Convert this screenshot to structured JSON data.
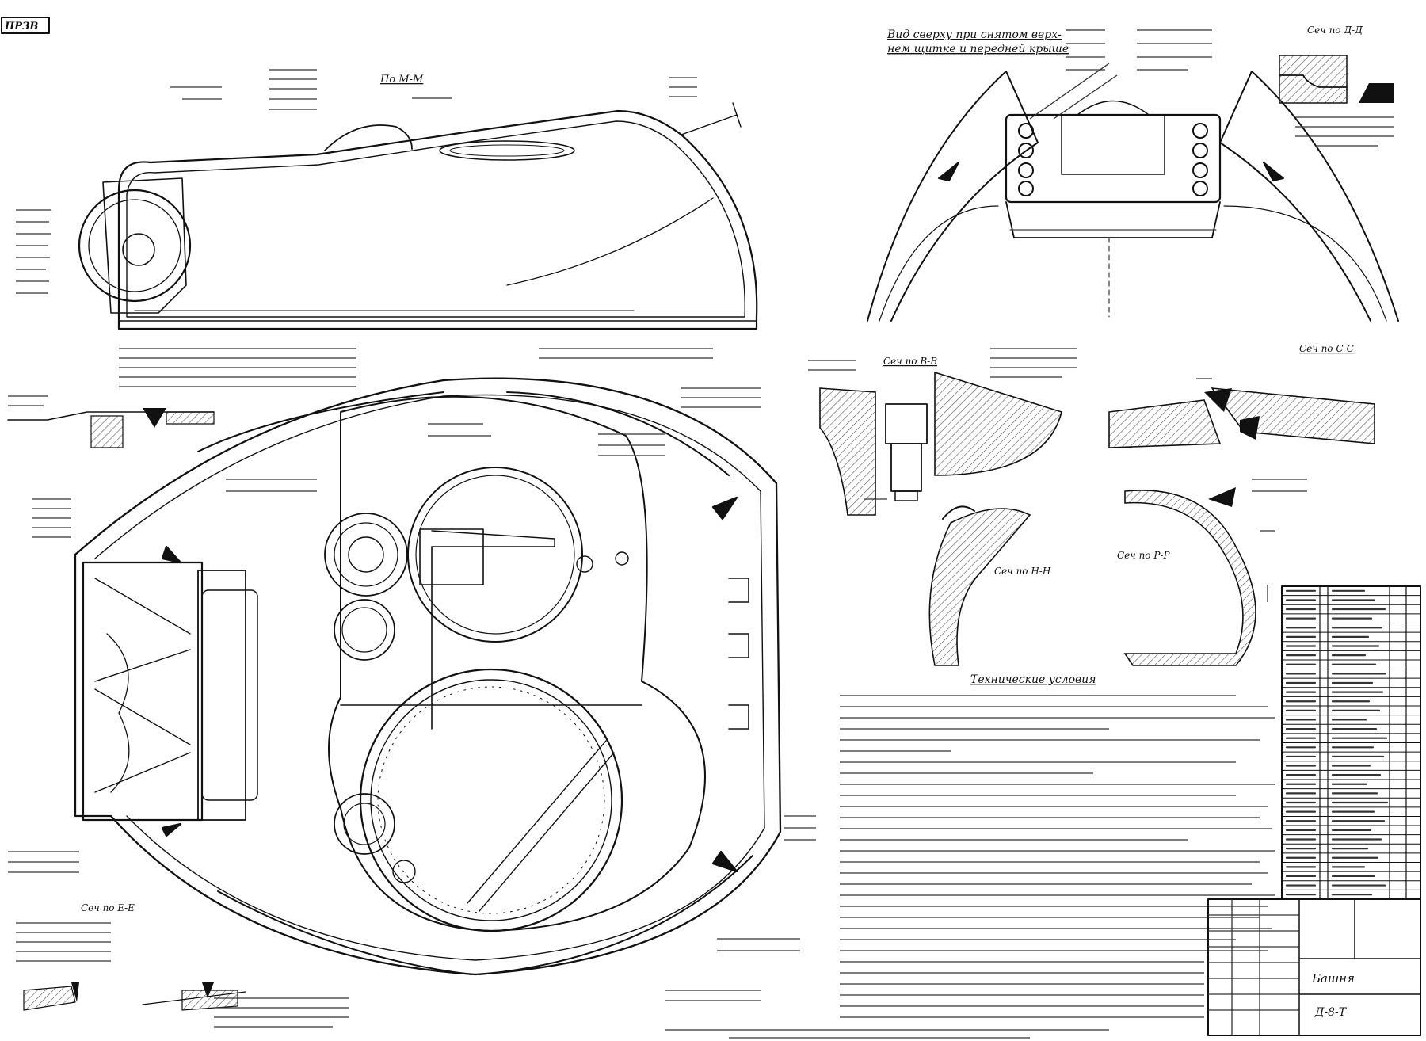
{
  "corner_mark": "ПРЗВ",
  "views": {
    "side_section": "По М-М",
    "top_view_caption_line1": "Вид сверху при снятом верх-",
    "top_view_caption_line2": "нем щитке и передней крыше",
    "section_bb": "Сеч по В-В",
    "section_cc": "Сеч по С-С",
    "section_hh": "Сеч по Н-Н",
    "section_rr": "Сеч по Р-Р",
    "section_ee": "Сеч по Е-Е",
    "section_dd_top": "Сеч по Д-Д"
  },
  "notes_heading": "Технические условия",
  "title_block": {
    "name": "Башня",
    "designation": "Д-8-Т"
  },
  "parts_list_rows": 34,
  "colors": {
    "ink": "#111111",
    "paper": "#ffffff"
  }
}
